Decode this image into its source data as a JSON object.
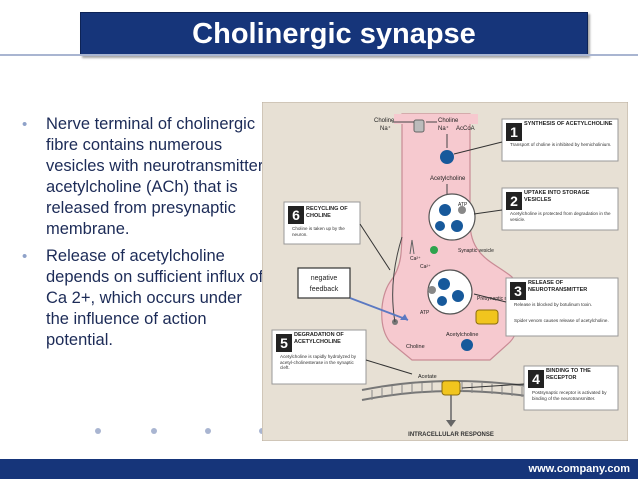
{
  "slide": {
    "title": "Cholinergic synapse",
    "bullets": [
      "Nerve terminal of cholinergic fibre contains numerous vesicles with neurotransmitter acetylcholine (ACh) that is released from presynaptic membrane.",
      "Release of acetylcholine depends on sufficient influx of Ca 2+, which occurs under the influence of action potential."
    ],
    "footer": "www.company.com",
    "colors": {
      "title_bg": "#16357a",
      "diagram_bg": "#e7e0d4",
      "neuron": "#f6c9cf",
      "vesicle": "#17599b",
      "receptor": "#f1c51e"
    }
  },
  "diagram": {
    "labels": {
      "choline_in": "Choline",
      "na_in": "Na⁺",
      "choline2": "Choline",
      "na2": "Na⁺",
      "acetyl": "AcCoA",
      "acetylcholine_top": "Acetylcholine",
      "atp_top": "ATP",
      "ca": "Ca²⁺",
      "ca2": "Ca²⁺",
      "synaptic_vesicle": "Synaptic vesicle",
      "presynaptic_receptor": "Presynaptic receptor",
      "atp_bottom": "ATP",
      "acetylcholine_mid": "Acetylcholine",
      "choline_bottom": "Choline",
      "acetate": "Acetate",
      "intracellular": "INTRACELLULAR RESPONSE",
      "negative_feedback": "negative feedback"
    },
    "steps": [
      {
        "number": "1",
        "title": "SYNTHESIS OF ACETYLCHOLINE",
        "note": "Transport of choline is inhibited by hemicholinium."
      },
      {
        "number": "2",
        "title": "UPTAKE INTO STORAGE VESICLES",
        "note": "Acetylcholine is protected from degradation in the vesicle."
      },
      {
        "number": "3",
        "title": "RELEASE OF NEUROTRANSMITTER",
        "note": "Release is blocked by botulinum toxin.",
        "note2": "Spider venom causes release of acetylcholine."
      },
      {
        "number": "4",
        "title": "BINDING TO THE RECEPTOR",
        "note": "Postsynaptic receptor is activated by binding of the neurotransmitter."
      },
      {
        "number": "5",
        "title": "DEGRADATION OF ACETYLCHOLINE",
        "note": "Acetylcholine is rapidly hydrolyzed by acetyl-cholinesterase in the synaptic cleft."
      },
      {
        "number": "6",
        "title": "RECYCLING OF CHOLINE",
        "note": "Choline is taken up by the neuron."
      }
    ]
  }
}
